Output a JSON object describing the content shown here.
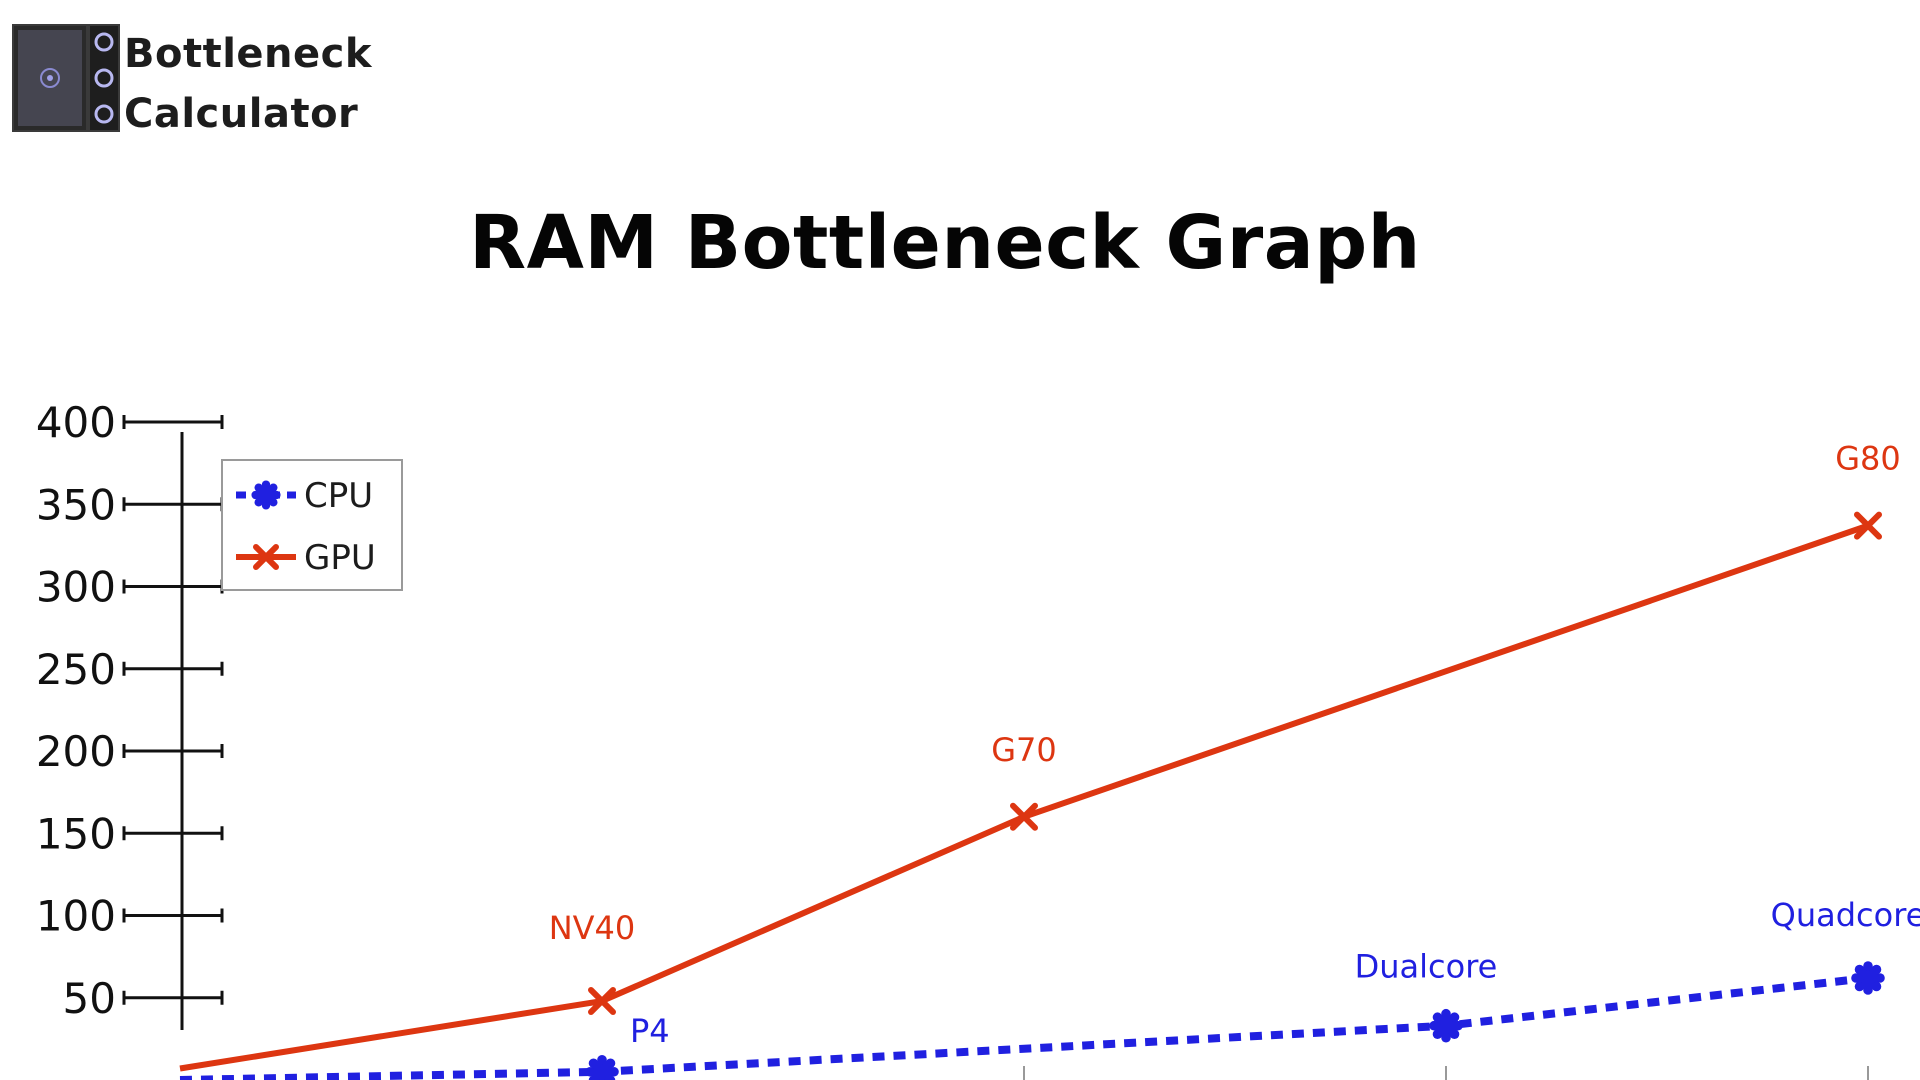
{
  "brand": {
    "line1": "Bottleneck",
    "line2": "Calculator"
  },
  "page": {
    "title": "RAM Bottleneck Graph"
  },
  "colors": {
    "cpu": "#2020e0",
    "gpu": "#dd3611",
    "axis": "#111111",
    "text": "#050505"
  },
  "icons": {
    "logo": "pc-case-icon"
  },
  "chart_data": {
    "type": "line",
    "title": "",
    "xlabel": "",
    "ylabel": "",
    "ylim": [
      0,
      400
    ],
    "y_ticks": [
      50,
      100,
      150,
      200,
      250,
      300,
      350,
      400
    ],
    "grid": false,
    "legend_position": "top-left",
    "series": [
      {
        "name": "CPU",
        "color": "#2020e0",
        "style": "dashed",
        "marker": "star",
        "points": [
          {
            "x": 0,
            "y": 0,
            "label": ""
          },
          {
            "x": 1,
            "y": 5,
            "label": "P4"
          },
          {
            "x": 3,
            "y": 33,
            "label": "Dualcore"
          },
          {
            "x": 4,
            "y": 62,
            "label": "Quadcore"
          }
        ]
      },
      {
        "name": "GPU",
        "color": "#dd3611",
        "style": "solid",
        "marker": "x",
        "points": [
          {
            "x": 0,
            "y": 7,
            "label": ""
          },
          {
            "x": 1,
            "y": 48,
            "label": "NV40"
          },
          {
            "x": 2,
            "y": 160,
            "label": "G70"
          },
          {
            "x": 4,
            "y": 337,
            "label": "G80"
          }
        ]
      }
    ]
  }
}
